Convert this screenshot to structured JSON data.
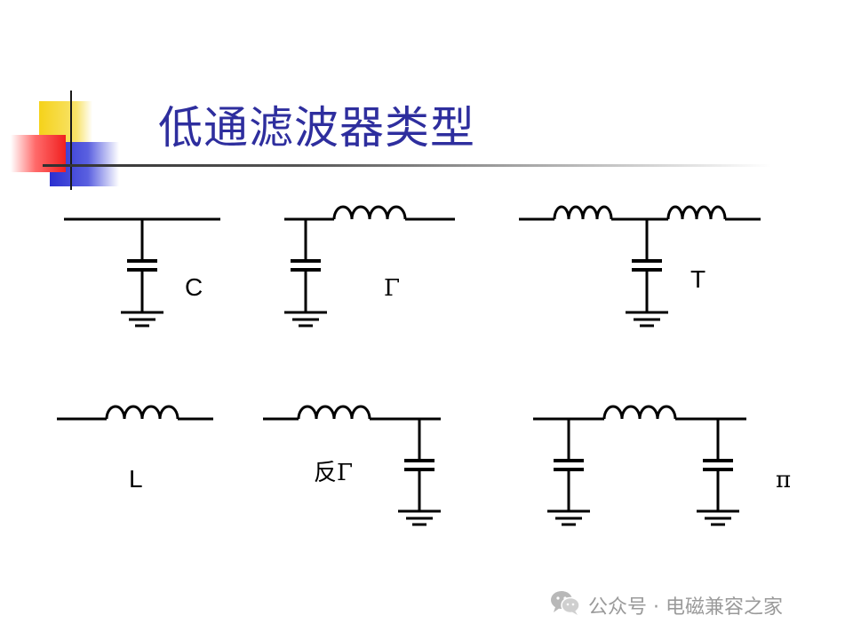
{
  "title": "低通滤波器类型",
  "filters": {
    "c": "C",
    "gamma": "Γ",
    "t": "T",
    "l": "L",
    "reverse_gamma": "反Γ",
    "pi": "π"
  },
  "watermark": "公众号 · 电磁兼容之家",
  "icons": [
    "wechat-icon"
  ],
  "colors": {
    "title": "#2e2e9e",
    "accent_yellow": "#f5d21a",
    "accent_blue": "#2a2fd0",
    "accent_red": "#f02020"
  }
}
